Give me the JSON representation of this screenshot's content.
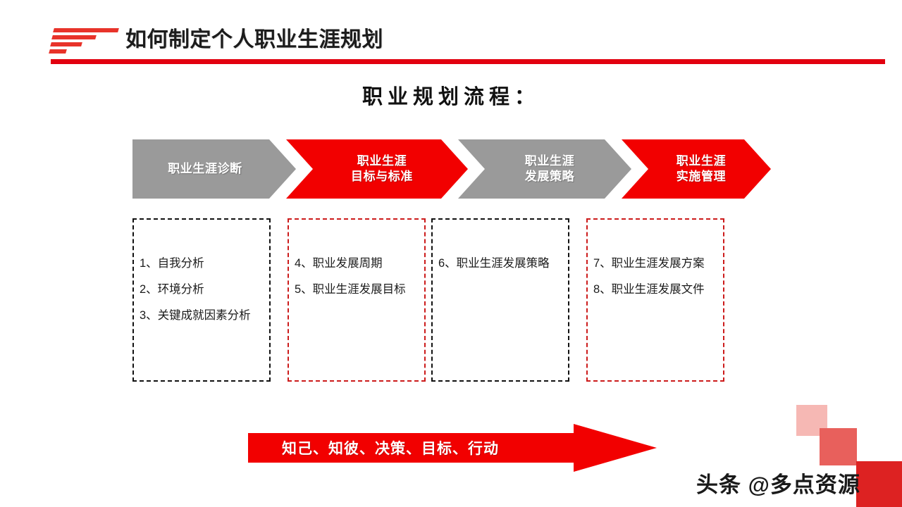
{
  "header": {
    "title": "如何制定个人职业生涯规划",
    "logo_icon": "stacked-bars-logo-icon"
  },
  "section": {
    "title": "职业规划流程："
  },
  "process": {
    "steps": [
      {
        "label": "职业生涯诊断",
        "color": "#9a9a9a",
        "highlight": false
      },
      {
        "label": "职业生涯\n目标与标准",
        "color": "#f20000",
        "highlight": true
      },
      {
        "label": "职业生涯\n发展策略",
        "color": "#9a9a9a",
        "highlight": false
      },
      {
        "label": "职业生涯\n实施管理",
        "color": "#f20000",
        "highlight": true
      }
    ]
  },
  "details": {
    "boxes": [
      {
        "border_color": "#111111",
        "items": [
          "1、自我分析",
          "2、环境分析",
          "3、关键成就因素分析"
        ]
      },
      {
        "border_color": "#cc1b1b",
        "items": [
          "4、职业发展周期",
          "5、职业生涯发展目标"
        ]
      },
      {
        "border_color": "#111111",
        "items": [
          "6、职业生涯发展策略"
        ]
      },
      {
        "border_color": "#cc1b1b",
        "items": [
          "7、职业生涯发展方案",
          "8、职业生涯发展文件"
        ]
      }
    ]
  },
  "summary": {
    "label": "知己、知彼、决策、目标、行动",
    "color": "#f20000"
  },
  "watermark": {
    "text": "头条 @多点资源"
  },
  "colors": {
    "accent_red": "#e2000f",
    "chevron_red": "#f20000",
    "chevron_gray": "#9a9a9a",
    "deco_light": "#f6b8b4",
    "deco_mid": "#e8605c",
    "deco_dark": "#dd2222"
  }
}
